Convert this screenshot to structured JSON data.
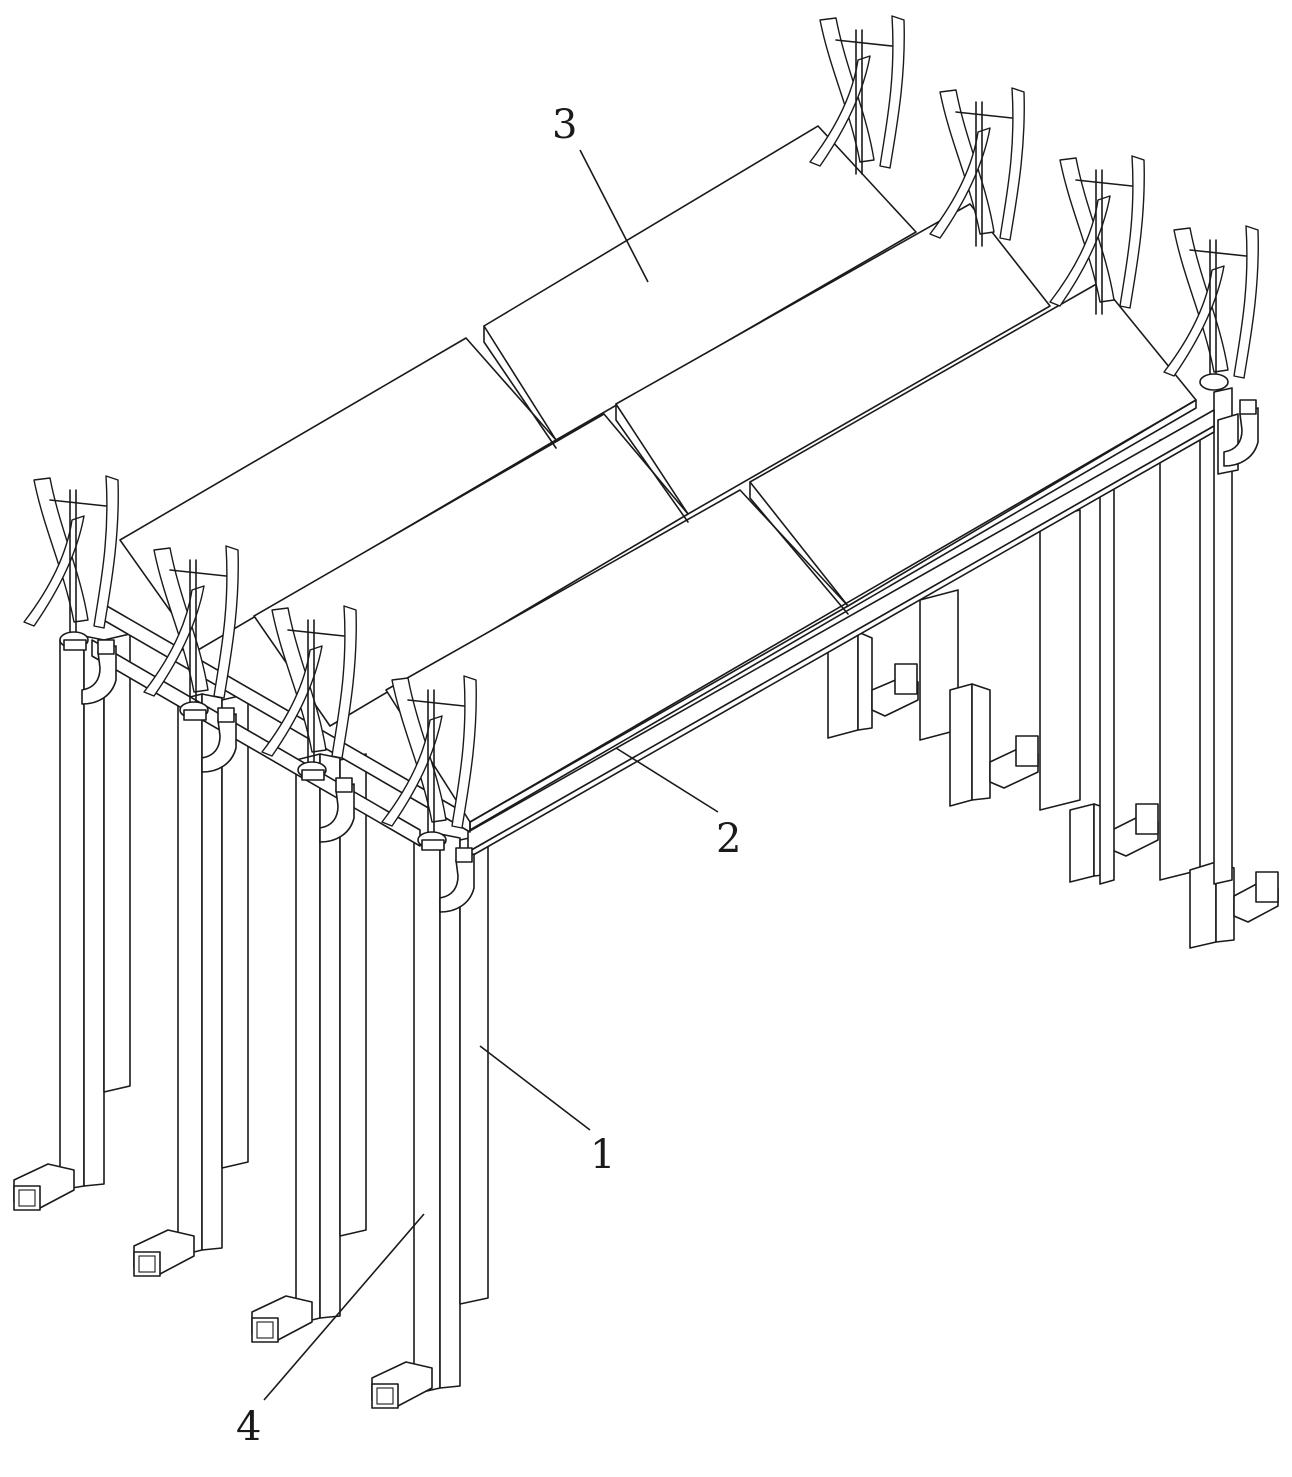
{
  "callouts": [
    {
      "id": "3",
      "label": "3"
    },
    {
      "id": "2",
      "label": "2"
    },
    {
      "id": "1",
      "label": "1"
    },
    {
      "id": "4",
      "label": "4"
    }
  ]
}
